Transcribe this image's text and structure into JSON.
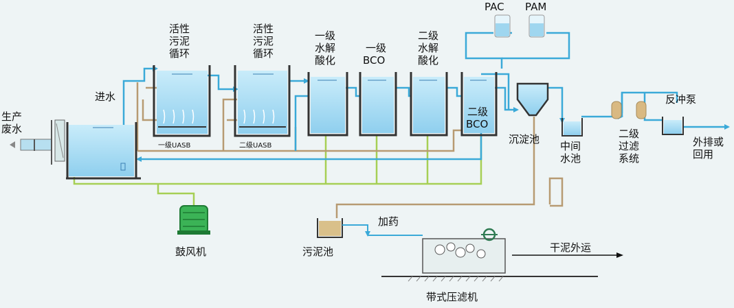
{
  "labels": {
    "raw_water": [
      "生产",
      "废水"
    ],
    "inflow": "进水",
    "sludge_recycle_1": [
      "活性",
      "污泥",
      "循环"
    ],
    "sludge_recycle_2": [
      "活性",
      "污泥",
      "循环"
    ],
    "hydrolysis_1": [
      "一级",
      "水解",
      "酸化"
    ],
    "bco_1": [
      "一级",
      "BCO"
    ],
    "hydrolysis_2": [
      "二级",
      "水解",
      "酸化"
    ],
    "bco_2": [
      "二级",
      "BCO"
    ],
    "uasb_1": "一级UASB",
    "uasb_2": "二级UASB",
    "pac": "PAC",
    "pam": "PAM",
    "settling_tank": "沉淀池",
    "intermediate_pool": [
      "中间",
      "水池"
    ],
    "filter_system": [
      "二级",
      "过滤",
      "系统"
    ],
    "backwash_pump": "反冲泵",
    "discharge": [
      "外排或",
      "回用"
    ],
    "blower": "鼓风机",
    "sludge_tank": "污泥池",
    "dosing": "加药",
    "dry_sludge": "干泥外运",
    "belt_press": "带式压滤机"
  },
  "colors": {
    "water_line": "#3aa9d8",
    "air_line": "#a6cf55",
    "sludge_line": "#b79a72",
    "tank_water": "#9fd6ef",
    "tank_wall": "#3b3b3b",
    "blower": "#2fa04a",
    "background": "#eef4f5"
  }
}
